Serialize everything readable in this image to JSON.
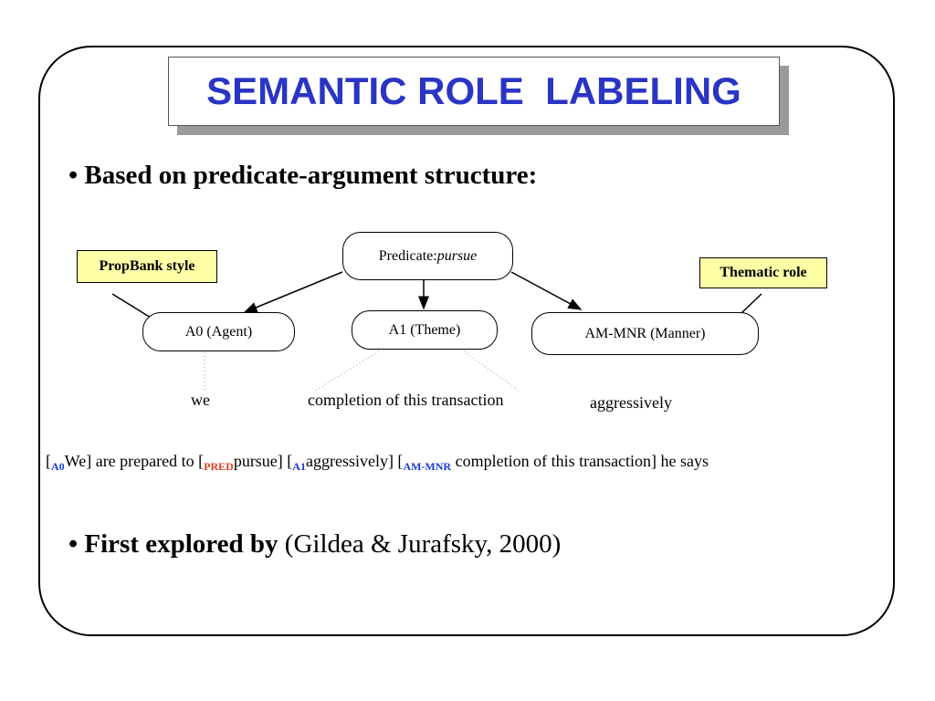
{
  "title": "SEMANTIC ROLE  LABELING",
  "bullet1": {
    "marker": "•",
    "text": "Based on predicate-argument structure:"
  },
  "diagram": {
    "predicate": {
      "label": "Predicate: ",
      "verb": "pursue"
    },
    "args": {
      "a0": "A0  (Agent)",
      "a1": "A1 (Theme)",
      "am": "AM-MNR  (Manner)"
    },
    "tags": {
      "propbank": "PropBank style",
      "thematic": "Thematic role"
    },
    "fillers": {
      "a0": "we",
      "a1": "completion of this transaction",
      "am": "aggressively"
    }
  },
  "example": {
    "p1": "[",
    "a0_tag": "A0",
    "p2": "We] are prepared to [",
    "pred_tag": "PRED",
    "p3": "pursue] [",
    "a1_tag": "A1",
    "p4": "aggressively] [",
    "am_tag": "AM-MNR",
    "p5": " completion of this transaction] he says"
  },
  "bullet2": {
    "marker": "•",
    "bold": "First explored by",
    "rest": " (Gildea & Jurafsky, 2000)"
  },
  "colors": {
    "title": "#2b35c4",
    "tag_fill": "#ffffa8",
    "blue_sub": "#1a3ad4",
    "red_sub": "#e0401a"
  }
}
